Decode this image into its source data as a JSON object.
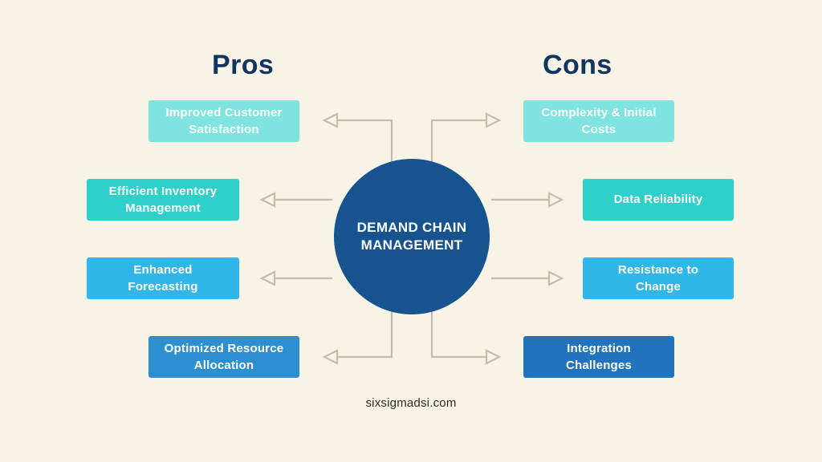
{
  "background_color": "#f8f3e7",
  "center": {
    "label": "DEMAND CHAIN\nMANAGEMENT",
    "color": "#17548f",
    "text_color": "#ffffff"
  },
  "headings": {
    "pros": "Pros",
    "cons": "Cons",
    "color": "#10355f"
  },
  "pros": {
    "items": [
      {
        "label": "Improved Customer\nSatisfaction",
        "color": "#7fe3e0"
      },
      {
        "label": "Efficient Inventory\nManagement",
        "color": "#2fcfcb"
      },
      {
        "label": "Enhanced\nForecasting",
        "color": "#30b6e8"
      },
      {
        "label": "Optimized Resource\nAllocation",
        "color": "#2e8fd0"
      }
    ]
  },
  "cons": {
    "items": [
      {
        "label": "Complexity & Initial\nCosts",
        "color": "#7fe3e0"
      },
      {
        "label": "Data Reliability",
        "color": "#2fcfcb"
      },
      {
        "label": "Resistance to\nChange",
        "color": "#30b6e8"
      },
      {
        "label": "Integration\nChallenges",
        "color": "#2273bd"
      }
    ]
  },
  "connectors": {
    "color": "#c3bdae",
    "arrowhead": "hollow-triangle",
    "style": "elbow-and-straight"
  },
  "footer": {
    "url": "sixsigmadsi.com"
  }
}
